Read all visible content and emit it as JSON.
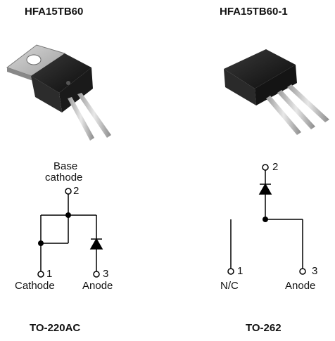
{
  "left": {
    "part_number": "HFA15TB60",
    "package": "TO-220AC",
    "pin_top_label_line1": "Base",
    "pin_top_label_line2": "cathode",
    "pin_top_number": "2",
    "pin_left_number": "1",
    "pin_left_label": "Cathode",
    "pin_right_number": "3",
    "pin_right_label": "Anode"
  },
  "right": {
    "part_number": "HFA15TB60-1",
    "package": "TO-262",
    "pin_top_number": "2",
    "pin_left_number": "1",
    "pin_left_label": "N/C",
    "pin_right_number": "3",
    "pin_right_label": "Anode"
  }
}
